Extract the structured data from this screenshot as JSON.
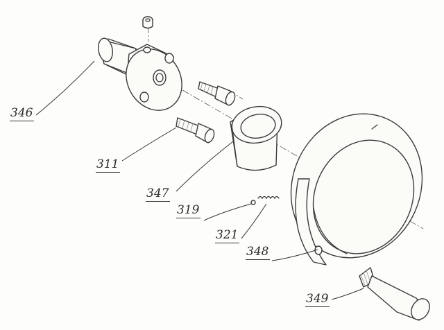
{
  "callouts": [
    {
      "id": "346",
      "label": "346"
    },
    {
      "id": "311",
      "label": "311"
    },
    {
      "id": "347",
      "label": "347"
    },
    {
      "id": "319",
      "label": "319"
    },
    {
      "id": "321",
      "label": "321"
    },
    {
      "id": "348",
      "label": "348"
    },
    {
      "id": "349",
      "label": "349"
    }
  ]
}
